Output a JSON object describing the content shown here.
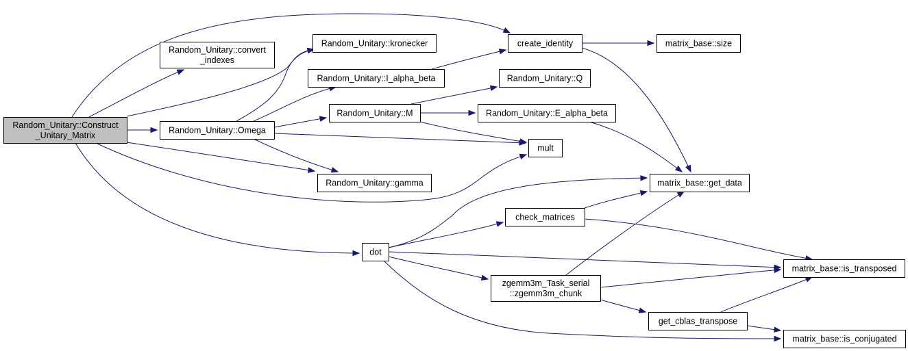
{
  "diagram": {
    "type": "call-graph",
    "colors": {
      "edge": "#191970",
      "root_fill": "#bfbfbf",
      "node_fill": "#ffffff",
      "node_border": "#000000"
    },
    "nodes": [
      {
        "id": "construct",
        "lines": [
          "Random_Unitary::Construct",
          "_Unitary_Matrix"
        ],
        "root": true
      },
      {
        "id": "convert",
        "lines": [
          "Random_Unitary::convert",
          "_indexes"
        ]
      },
      {
        "id": "omega",
        "lines": [
          "Random_Unitary::Omega"
        ]
      },
      {
        "id": "kronecker",
        "lines": [
          "Random_Unitary::kronecker"
        ]
      },
      {
        "id": "ialpha",
        "lines": [
          "Random_Unitary::I_alpha_beta"
        ]
      },
      {
        "id": "M",
        "lines": [
          "Random_Unitary::M"
        ]
      },
      {
        "id": "gamma",
        "lines": [
          "Random_Unitary::gamma"
        ]
      },
      {
        "id": "create_identity",
        "lines": [
          "create_identity"
        ]
      },
      {
        "id": "Q",
        "lines": [
          "Random_Unitary::Q"
        ]
      },
      {
        "id": "ealpha",
        "lines": [
          "Random_Unitary::E_alpha_beta"
        ]
      },
      {
        "id": "mult",
        "lines": [
          "mult"
        ]
      },
      {
        "id": "dot",
        "lines": [
          "dot"
        ]
      },
      {
        "id": "check_matrices",
        "lines": [
          "check_matrices"
        ]
      },
      {
        "id": "zgemm",
        "lines": [
          "zgemm3m_Task_serial",
          "::zgemm3m_chunk"
        ]
      },
      {
        "id": "size",
        "lines": [
          "matrix_base::size"
        ]
      },
      {
        "id": "get_data",
        "lines": [
          "matrix_base::get_data"
        ]
      },
      {
        "id": "is_transposed",
        "lines": [
          "matrix_base::is_transposed"
        ]
      },
      {
        "id": "get_cblas",
        "lines": [
          "get_cblas_transpose"
        ]
      },
      {
        "id": "is_conjugated",
        "lines": [
          "matrix_base::is_conjugated"
        ]
      }
    ],
    "edges": [
      {
        "from": "construct",
        "to": "create_identity"
      },
      {
        "from": "construct",
        "to": "convert"
      },
      {
        "from": "construct",
        "to": "kronecker"
      },
      {
        "from": "construct",
        "to": "omega"
      },
      {
        "from": "construct",
        "to": "gamma"
      },
      {
        "from": "construct",
        "to": "mult"
      },
      {
        "from": "construct",
        "to": "dot"
      },
      {
        "from": "omega",
        "to": "kronecker"
      },
      {
        "from": "omega",
        "to": "ialpha"
      },
      {
        "from": "omega",
        "to": "M"
      },
      {
        "from": "omega",
        "to": "mult"
      },
      {
        "from": "omega",
        "to": "gamma"
      },
      {
        "from": "kronecker",
        "to": "create_identity"
      },
      {
        "from": "M",
        "to": "Q"
      },
      {
        "from": "M",
        "to": "ealpha"
      },
      {
        "from": "M",
        "to": "mult"
      },
      {
        "from": "create_identity",
        "to": "size"
      },
      {
        "from": "create_identity",
        "to": "get_data"
      },
      {
        "from": "ealpha",
        "to": "get_data"
      },
      {
        "from": "dot",
        "to": "get_data"
      },
      {
        "from": "dot",
        "to": "check_matrices"
      },
      {
        "from": "dot",
        "to": "is_transposed"
      },
      {
        "from": "dot",
        "to": "zgemm"
      },
      {
        "from": "dot",
        "to": "is_conjugated"
      },
      {
        "from": "check_matrices",
        "to": "get_data"
      },
      {
        "from": "check_matrices",
        "to": "is_transposed"
      },
      {
        "from": "zgemm",
        "to": "get_data"
      },
      {
        "from": "zgemm",
        "to": "is_transposed"
      },
      {
        "from": "zgemm",
        "to": "get_cblas"
      },
      {
        "from": "get_cblas",
        "to": "is_transposed"
      },
      {
        "from": "get_cblas",
        "to": "is_conjugated"
      }
    ]
  }
}
